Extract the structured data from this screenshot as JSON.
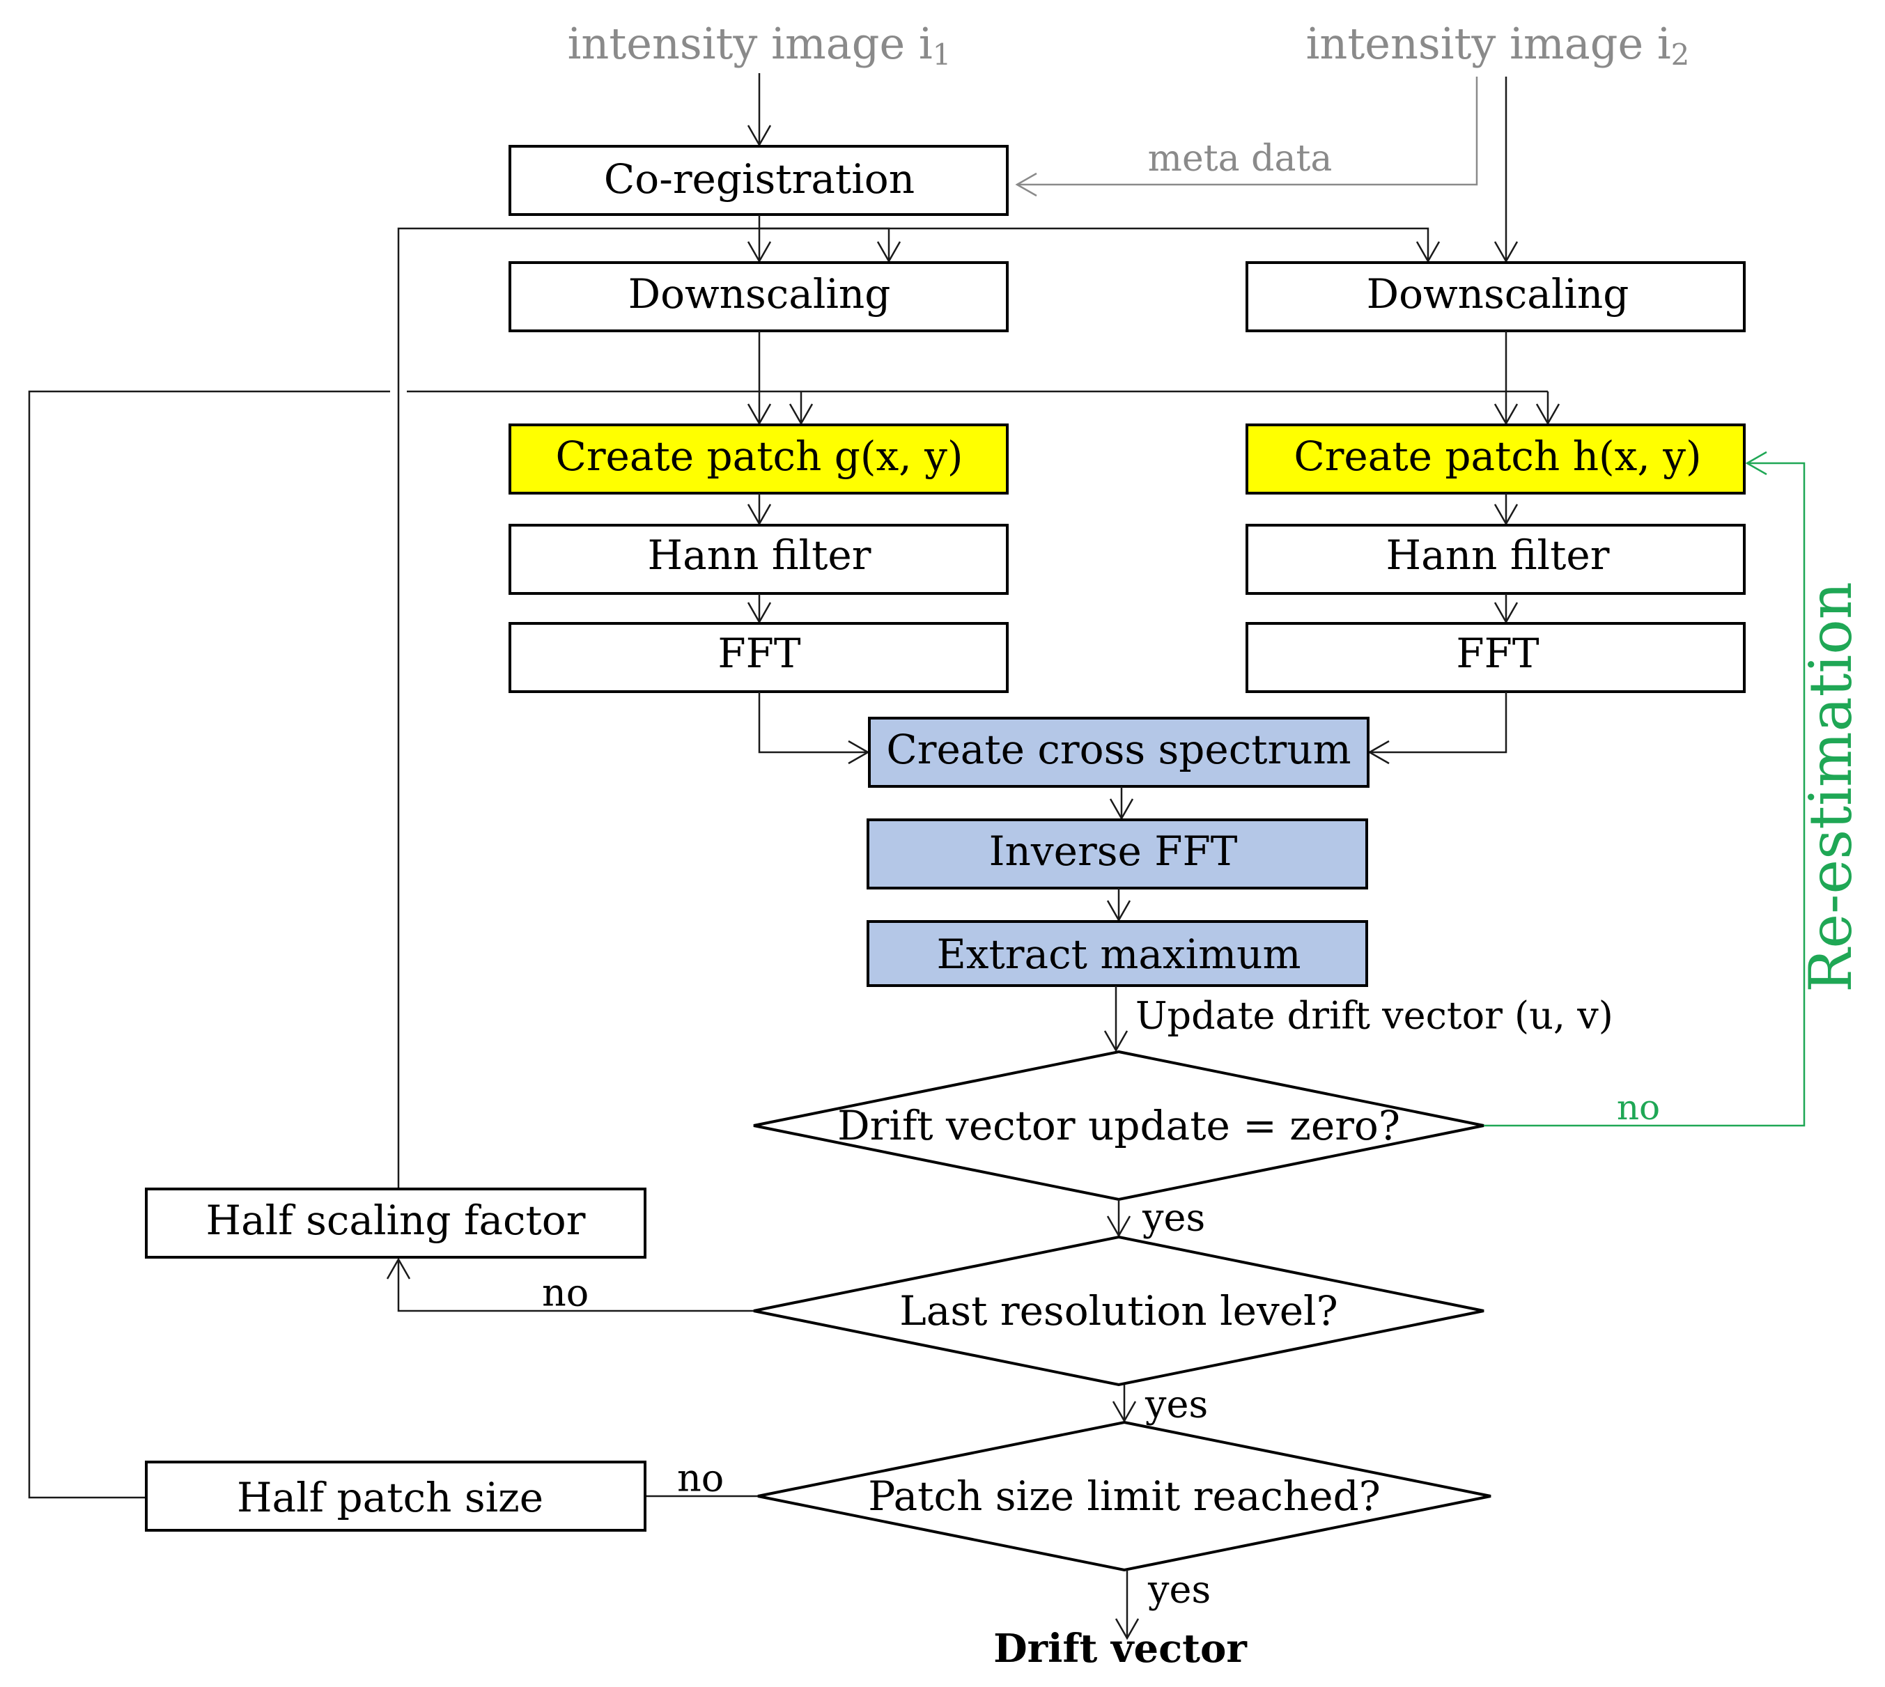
{
  "inputs": {
    "image1": "intensity image i",
    "image1_sub": "1",
    "image2": "intensity image i",
    "image2_sub": "2",
    "meta": "meta data"
  },
  "boxes": {
    "coreg": "Co-registration",
    "down_left": "Downscaling",
    "down_right": "Downscaling",
    "patch_g": "Create patch g(x, y)",
    "patch_h": "Create patch h(x, y)",
    "hann_left": "Hann filter",
    "hann_right": "Hann filter",
    "fft_left": "FFT",
    "fft_right": "FFT",
    "cross": "Create cross spectrum",
    "ifft": "Inverse FFT",
    "extract": "Extract maximum",
    "half_scaling": "Half scaling factor",
    "half_patch": "Half patch size"
  },
  "decisions": {
    "drift_zero": "Drift vector update = zero?",
    "last_res": "Last resolution level?",
    "patch_limit": "Patch size limit reached?"
  },
  "labels": {
    "update": "Update drift vector (u, v)",
    "reest_no": "no",
    "reestimation": "Re-estimation",
    "yes1": "yes",
    "no_last": "no",
    "yes2": "yes",
    "no_patch": "no",
    "yes3": "yes",
    "output": "Drift vector"
  },
  "colors": {
    "patch_fill": "#ffff00",
    "spectrum_fill": "#b4c7e7",
    "reestimation": "#1fa755",
    "input_text": "#8a8a8a"
  }
}
